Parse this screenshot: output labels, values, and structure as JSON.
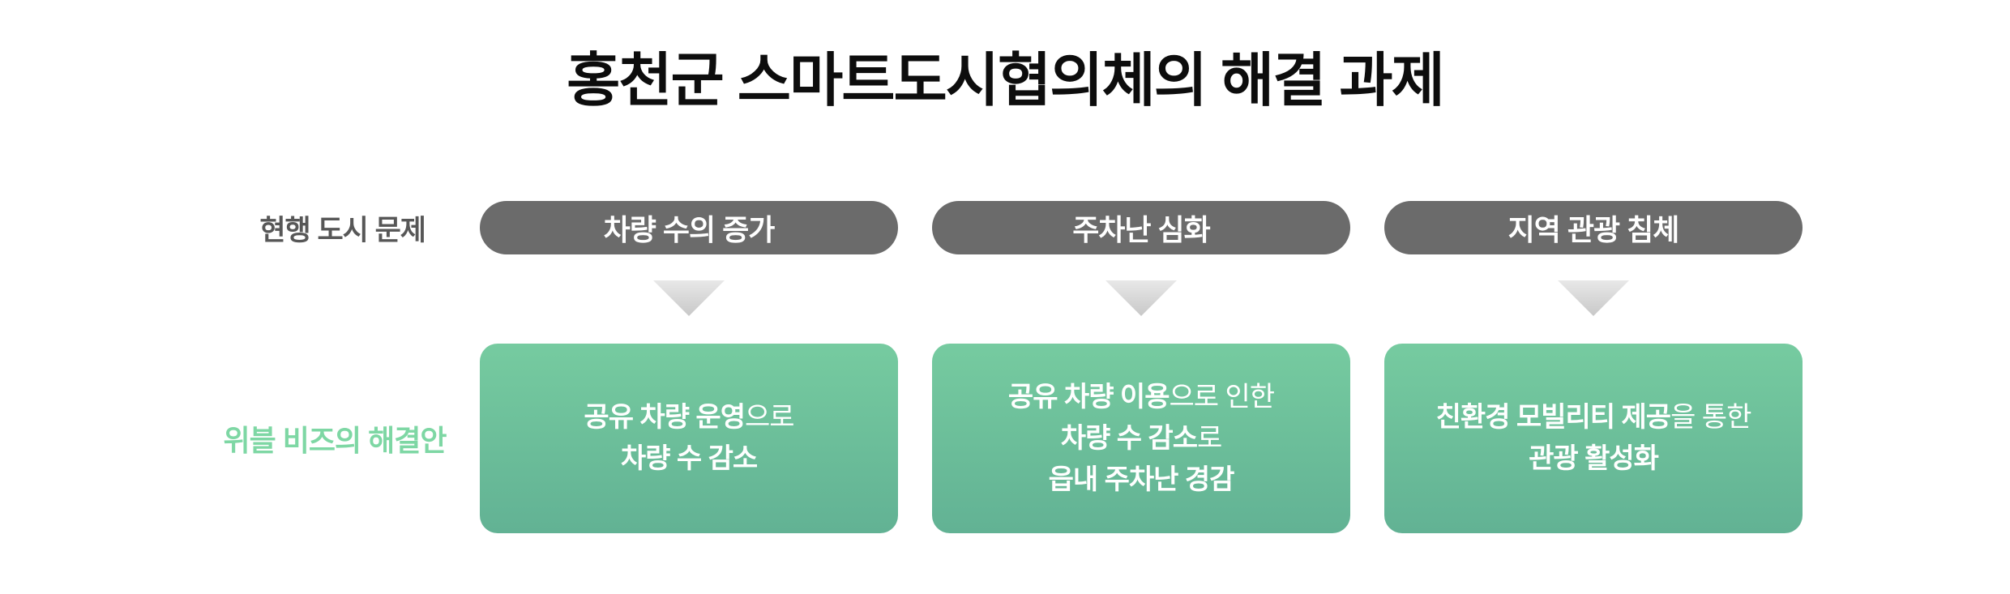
{
  "title": "홍천군 스마트도시협의체의 해결 과제",
  "labels": {
    "problems": "현행 도시 문제",
    "solutions": "위블 비즈의 해결안"
  },
  "columns": [
    {
      "problem": "차량 수의 증가",
      "solution": [
        [
          {
            "t": "공유 차량 운영",
            "bold": true
          },
          {
            "t": "으로",
            "bold": false
          }
        ],
        [
          {
            "t": "차량 수 감소",
            "bold": true
          }
        ]
      ]
    },
    {
      "problem": "주차난 심화",
      "solution": [
        [
          {
            "t": "공유 차량 이용",
            "bold": true
          },
          {
            "t": "으로 인한",
            "bold": false
          }
        ],
        [
          {
            "t": "차량 수 감소",
            "bold": true
          },
          {
            "t": "로",
            "bold": false
          }
        ],
        [
          {
            "t": "읍내 주차난 경감",
            "bold": true
          }
        ]
      ]
    },
    {
      "problem": "지역 관광 침체",
      "solution": [
        [
          {
            "t": "친환경 모빌리티 제공",
            "bold": true
          },
          {
            "t": "을 통한",
            "bold": false
          }
        ],
        [
          {
            "t": "관광 활성화",
            "bold": true
          }
        ]
      ]
    }
  ],
  "colors": {
    "title_text": "#0d0d0d",
    "problems_label_text": "#575757",
    "solutions_label_text": "#7ed7a4",
    "pill_background": "#6b6b6b",
    "pill_text": "#ffffff",
    "arrow_gradient_top": "#e8e8e8",
    "arrow_gradient_bottom": "#c8c8c8",
    "solution_box_gradient_top": "#76cba0",
    "solution_box_gradient_bottom": "#62b294",
    "solution_box_text": "#ffffff"
  }
}
